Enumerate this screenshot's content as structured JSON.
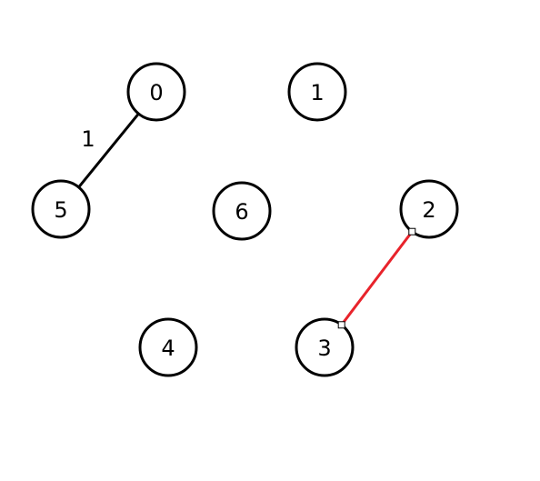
{
  "graph": {
    "nodes": [
      {
        "id": "0",
        "label": "0"
      },
      {
        "id": "1",
        "label": "1"
      },
      {
        "id": "2",
        "label": "2"
      },
      {
        "id": "3",
        "label": "3"
      },
      {
        "id": "4",
        "label": "4"
      },
      {
        "id": "5",
        "label": "5"
      },
      {
        "id": "6",
        "label": "6"
      }
    ],
    "edges": [
      {
        "from": "0",
        "to": "5",
        "weight": "1",
        "color": "#000000",
        "selected": false
      },
      {
        "from": "2",
        "to": "3",
        "weight": "",
        "color": "#e8232b",
        "selected": true
      }
    ]
  }
}
